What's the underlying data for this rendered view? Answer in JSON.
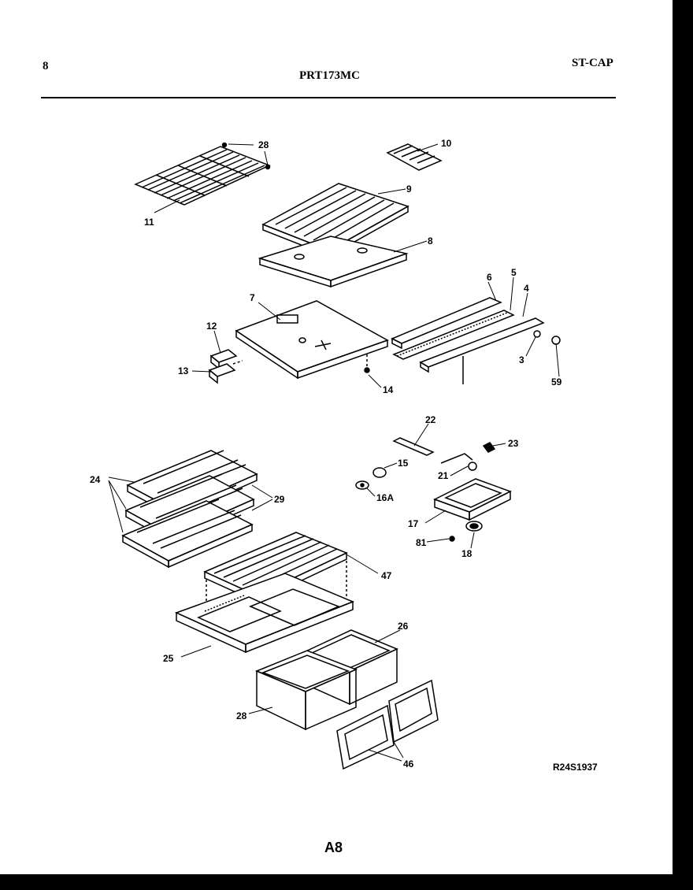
{
  "header": {
    "page_number": "8",
    "model": "PRT173MC",
    "code": "ST-CAP"
  },
  "diagram": {
    "reference": "R24S1937",
    "page_label": "A8",
    "callouts": [
      "28",
      "10",
      "9",
      "11",
      "8",
      "6",
      "5",
      "4",
      "7",
      "12",
      "13",
      "14",
      "3",
      "59",
      "22",
      "23",
      "15",
      "21",
      "24",
      "29",
      "16A",
      "17",
      "81",
      "18",
      "47",
      "26",
      "25",
      "28",
      "46"
    ]
  },
  "colors": {
    "ink": "#000000",
    "paper": "#ffffff"
  }
}
